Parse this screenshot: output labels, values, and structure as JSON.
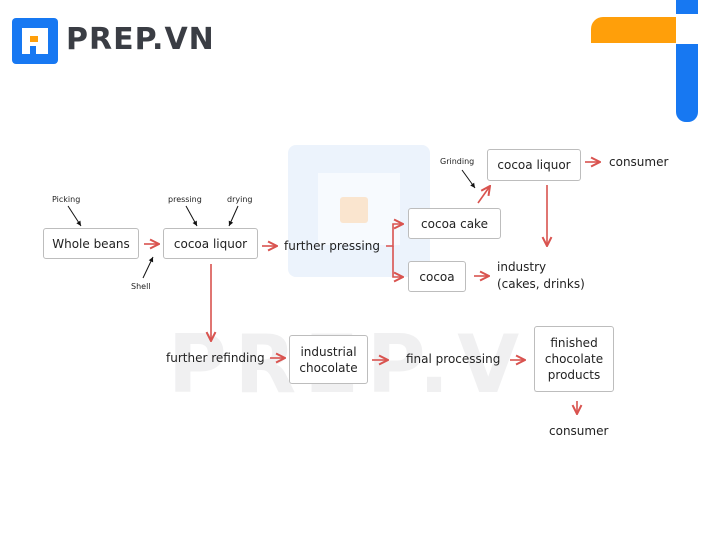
{
  "brand": {
    "name": "PREP.VN",
    "watermark": "PREP.VN",
    "blue": "#1778f2",
    "orange": "#ff9f0a"
  },
  "diagram": {
    "boxes": {
      "whole_beans": "Whole beans",
      "cocoa_liquor_1": "cocoa liquor",
      "cocoa_cake": "cocoa  cake",
      "cocoa": "cocoa",
      "cocoa_liquor_2": "cocoa liquor",
      "industrial_chocolate": "industrial chocolate",
      "finished_products": "finished chocolate products"
    },
    "labels": {
      "further_pressing": "further pressing",
      "further_refinding": "further refinding",
      "final_processing": "final processing",
      "consumer_top": "consumer",
      "consumer_bottom": "consumer",
      "industry": "industry\n(cakes, drinks)"
    },
    "notes": {
      "picking": "Picking",
      "pressing": "pressing",
      "drying": "drying",
      "shell": "Shell",
      "grinding": "Grinding"
    },
    "colors": {
      "arrow": "#d9534f",
      "note_arrow": "#111111",
      "box_border": "#bdbdbd"
    }
  }
}
